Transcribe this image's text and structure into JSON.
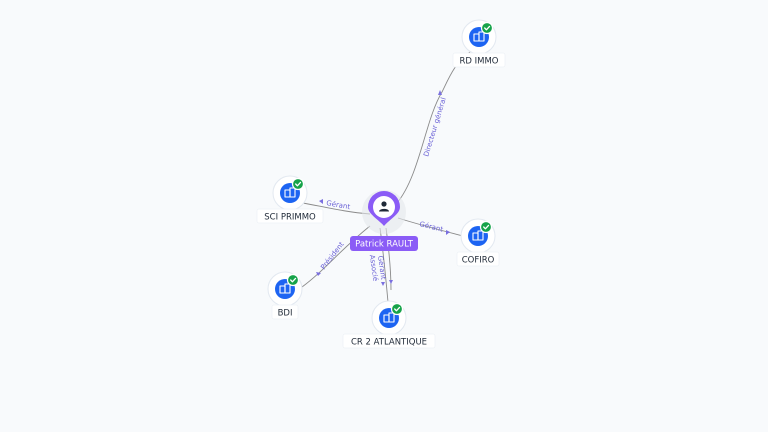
{
  "colors": {
    "background": "#f8fafc",
    "person_accent": "#8b5cf6",
    "company_icon": "#1d64f2",
    "verified_badge": "#16a34a",
    "edge_label": "#6b62d6"
  },
  "center": {
    "name": "Patrick RAULT",
    "icon": "person-icon"
  },
  "companies": [
    {
      "id": "rd-immo",
      "name": "RD IMMO",
      "icon": "building-icon",
      "verified": true,
      "relation": "Directeur général"
    },
    {
      "id": "sci-primmo",
      "name": "SCI PRIMMO",
      "icon": "building-icon",
      "verified": true,
      "relation": "Gérant"
    },
    {
      "id": "cofiro",
      "name": "COFIRO",
      "icon": "building-icon",
      "verified": true,
      "relation": "Gérant"
    },
    {
      "id": "bdi",
      "name": "BDI",
      "icon": "building-icon",
      "verified": true,
      "relation": "Président"
    },
    {
      "id": "cr2-atlantique",
      "name": "CR 2 ATLANTIQUE",
      "icon": "building-icon",
      "verified": true,
      "relation": "Gérant Associé"
    }
  ]
}
